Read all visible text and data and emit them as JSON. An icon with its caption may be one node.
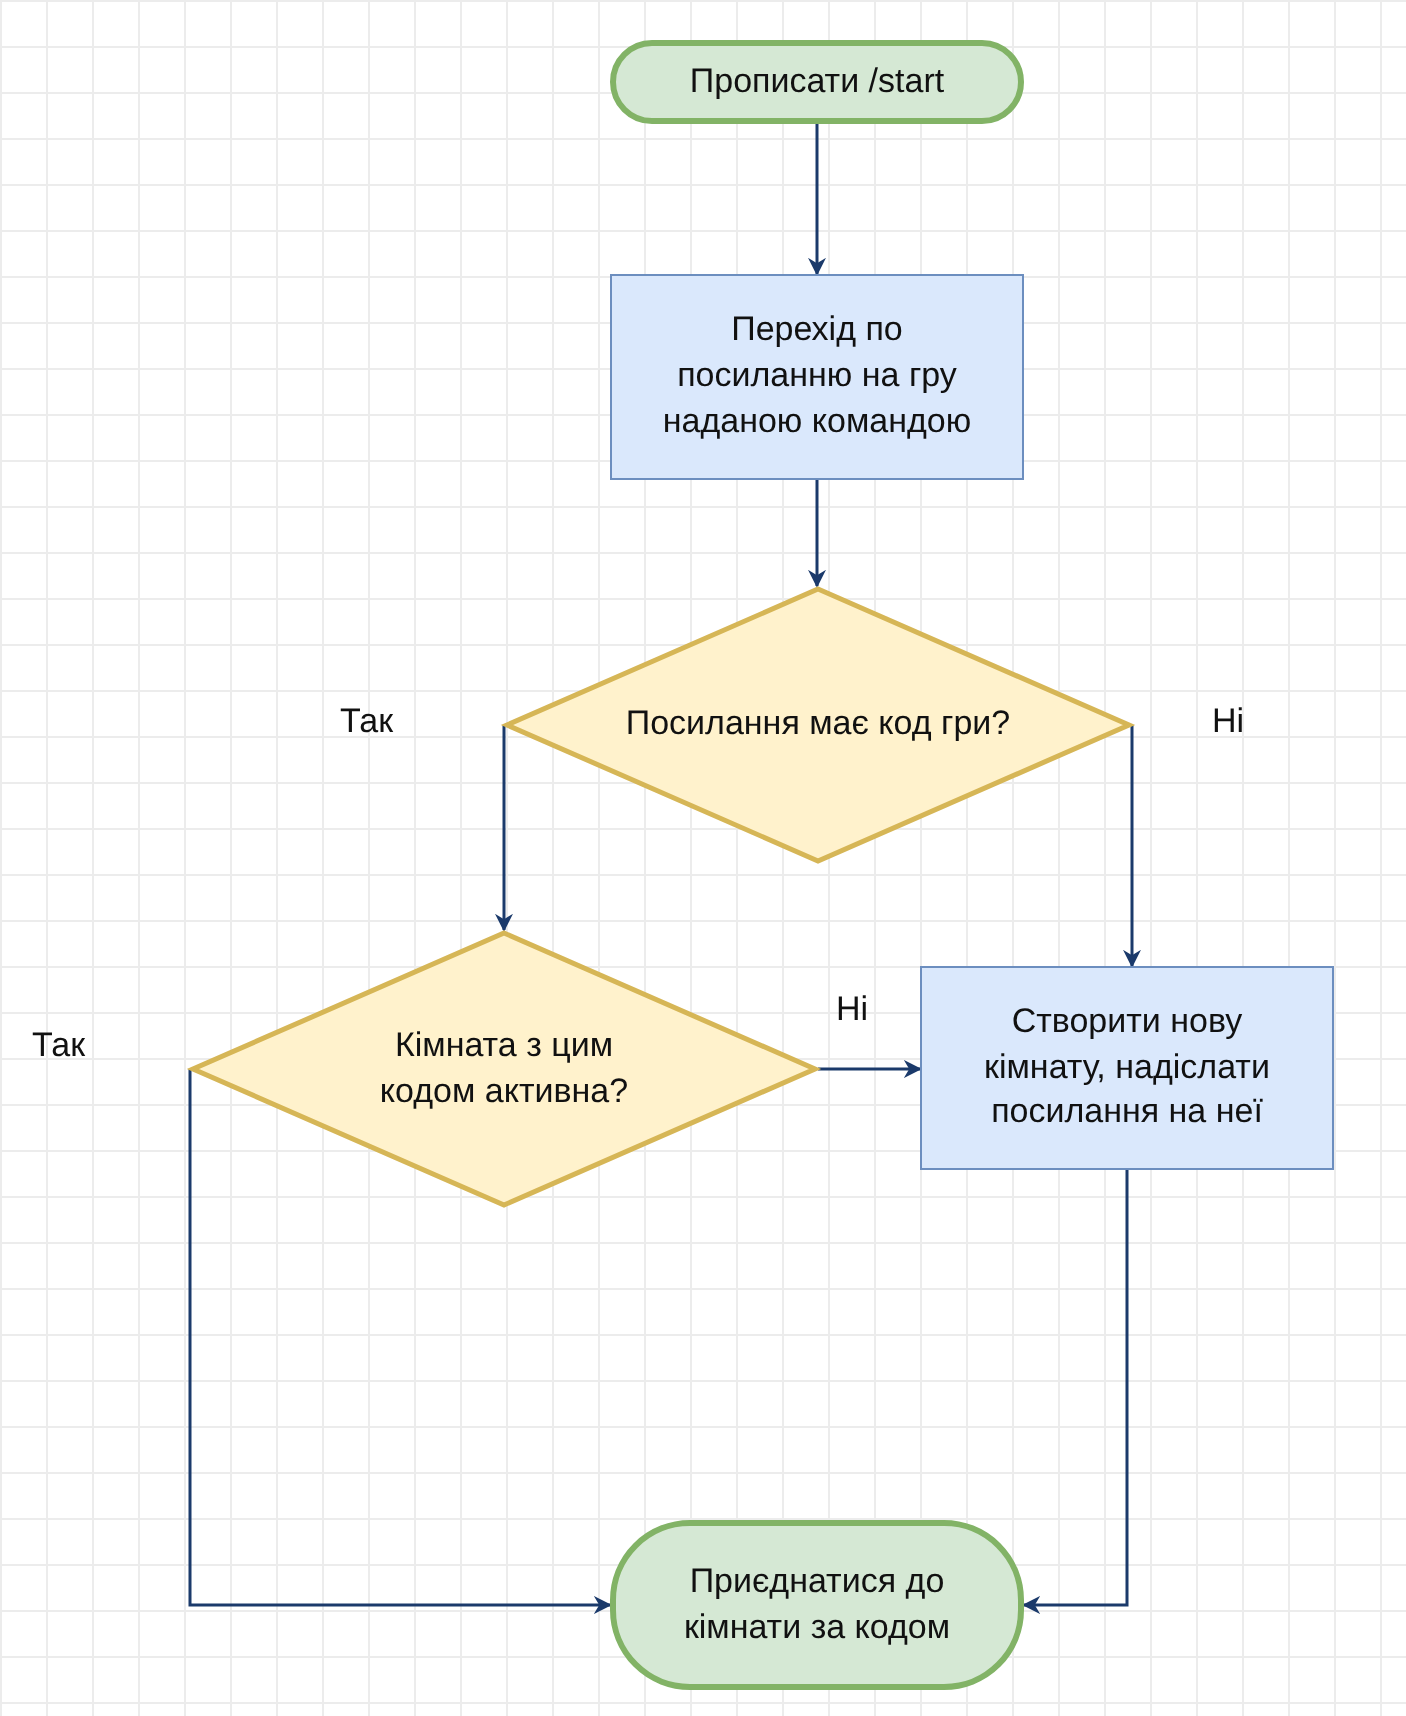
{
  "diagram": {
    "nodes": [
      {
        "text": [
          "Прописати /start"
        ]
      },
      {
        "text": [
          "Перехід по посиланню на гру наданою командою"
        ]
      },
      {
        "text": [
          "Посилання має код гри?"
        ]
      },
      {
        "text": [
          "Кімната з цим кодом активна?"
        ]
      },
      {
        "text": [
          "Створити нову кімнату, надіслати посилання на неї"
        ]
      },
      {
        "text": [
          "Приєднатися до кімнати за кодом"
        ]
      }
    ],
    "edges": [
      {
        "from": 0,
        "to": 1,
        "arrow": "to"
      },
      {
        "from": 1,
        "to": 2,
        "arrow": "to"
      },
      {
        "from": 2,
        "to": 3,
        "arrow": "to",
        "label": "Так"
      },
      {
        "from": 2,
        "to": 4,
        "arrow": "to",
        "label": "Ні"
      },
      {
        "from": 3,
        "to": 4,
        "arrow": "to",
        "label": "Ні"
      },
      {
        "from": 3,
        "to": 5,
        "arrow": "to",
        "label": "Так"
      },
      {
        "from": 4,
        "to": 5,
        "arrow": "to"
      }
    ]
  }
}
